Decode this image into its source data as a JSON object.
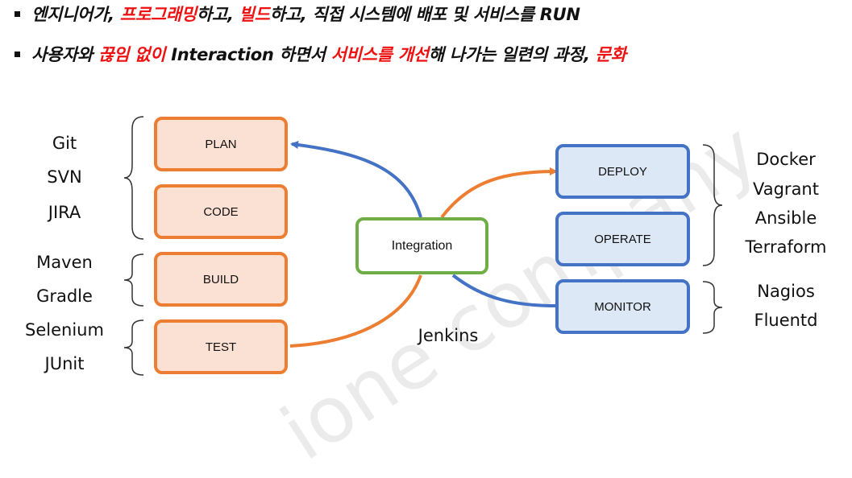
{
  "bullets": [
    {
      "parts": [
        {
          "text": "엔지니어가, ",
          "red": false
        },
        {
          "text": "프로그래밍",
          "red": true
        },
        {
          "text": "하고, ",
          "red": false
        },
        {
          "text": "빌드",
          "red": true
        },
        {
          "text": "하고, 직접 시스템에 배포 및 서비스를 RUN",
          "red": false
        }
      ]
    },
    {
      "parts": [
        {
          "text": "사용자와 ",
          "red": false
        },
        {
          "text": "끊임 없이 ",
          "red": true
        },
        {
          "text": "Interaction 하면서 ",
          "red": false
        },
        {
          "text": "서비스를 개선",
          "red": true
        },
        {
          "text": "해 나가는 일련의 과정, ",
          "red": false
        },
        {
          "text": "문화",
          "red": true
        }
      ]
    }
  ],
  "stages": {
    "plan": "PLAN",
    "code": "CODE",
    "build": "BUILD",
    "test": "TEST",
    "integration": "Integration",
    "deploy": "DEPLOY",
    "operate": "OPERATE",
    "monitor": "MONITOR"
  },
  "tools": {
    "plan_code": [
      "Git",
      "SVN",
      "JIRA"
    ],
    "build": [
      "Maven",
      "Gradle"
    ],
    "test": [
      "Selenium",
      "JUnit"
    ],
    "integration": "Jenkins",
    "deploy_operate": [
      "Docker",
      "Vagrant",
      "Ansible",
      "Terraform"
    ],
    "monitor": [
      "Nagios",
      "Fluentd"
    ]
  },
  "watermark": "ione company",
  "colors": {
    "orange": "#ed7d31",
    "blue": "#4472c4",
    "green": "#70ad47",
    "highlight": "#ee1111"
  }
}
